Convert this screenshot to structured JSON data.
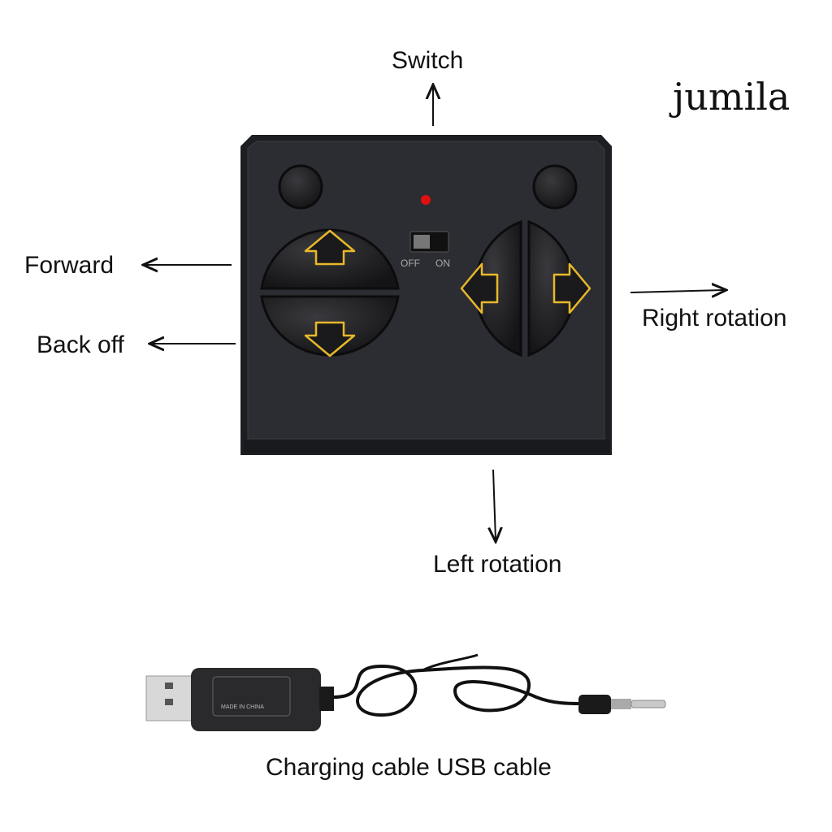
{
  "brand": "jumila",
  "labels": {
    "switch": "Switch",
    "forward": "Forward",
    "back_off": "Back off",
    "right_rotation": "Right rotation",
    "left_rotation": "Left rotation",
    "cable": "Charging cable USB cable"
  },
  "remote": {
    "switch_off": "OFF",
    "switch_on": "ON",
    "led_color": "#e01010",
    "arrow_color": "#e8b82a"
  },
  "charger": {
    "made_in": "MADE IN CHINA"
  }
}
